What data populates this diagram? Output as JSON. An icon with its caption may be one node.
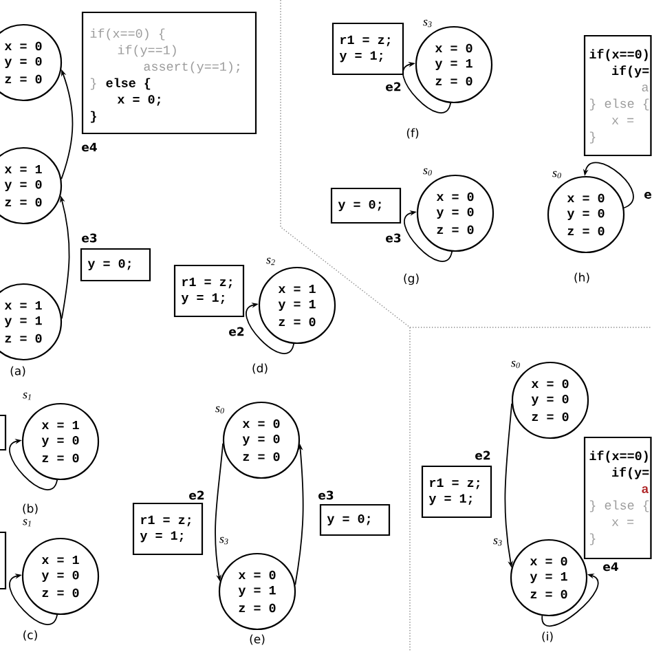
{
  "diagram": {
    "nodes": [
      {
        "text": [
          "x = 0",
          "y = 0",
          "z = 0"
        ]
      },
      {
        "text": [
          "x = 1",
          "y = 0",
          "z = 0"
        ]
      },
      {
        "text": [
          "x = 1",
          "y = 1",
          "z = 0"
        ]
      },
      {
        "text": [
          "if(x==0) {",
          "if(y==1)",
          "assert(y==1);",
          "}",
          "else {",
          "x = 0;",
          "}"
        ]
      },
      {
        "text": [
          "y = 0;"
        ]
      },
      {
        "text": [],
        "shape": "box"
      },
      {
        "text": [
          "x = 1",
          "y = 0",
          "z = 0"
        ],
        "beside": [
          "s$_{1}$"
        ]
      },
      {
        "text": [],
        "shape": "box"
      },
      {
        "text": [
          "x = 1",
          "y = 0",
          "z = 0"
        ],
        "beside": [
          "s$_{1}$"
        ]
      },
      {
        "text": [
          "r1 = z;",
          "y = 1;"
        ]
      },
      {
        "text": [
          "x = 1",
          "y = 1",
          "z = 0"
        ],
        "beside": [
          "s$_{2}$"
        ]
      },
      {
        "text": [
          "x = 0",
          "y = 0",
          "z = 0"
        ],
        "beside": [
          "s$_{0}$"
        ]
      },
      {
        "text": [
          "r1 = z;",
          "y = 1;"
        ]
      },
      {
        "text": [
          "x = 0",
          "y = 1",
          "z = 0"
        ],
        "beside": [
          "s$_{3}$"
        ]
      },
      {
        "text": [
          "y = 0;"
        ]
      },
      {
        "text": [
          "r1 = z;",
          "y = 1;"
        ]
      },
      {
        "text": [
          "x = 0",
          "y = 1",
          "z = 0"
        ],
        "beside": [
          "s$_{3}$"
        ]
      },
      {
        "text": [
          "y = 0;"
        ]
      },
      {
        "text": [
          "x = 0",
          "y = 0",
          "z = 0"
        ],
        "beside": [
          "s$_{0}$"
        ]
      },
      {
        "text": [
          "if(x==0)",
          "if(y=",
          "a",
          "} else {",
          "x =",
          "}"
        ]
      },
      {
        "text": [
          "x = 0",
          "y = 0",
          "z = 0"
        ],
        "beside": [
          "s$_{0}$"
        ]
      },
      {
        "text": [
          "x = 0",
          "y = 0",
          "z = 0"
        ],
        "beside": [
          "s$_{0}$"
        ]
      },
      {
        "text": [
          "r1 = z;",
          "y = 1;"
        ]
      },
      {
        "text": [
          "x = 0",
          "y = 1",
          "z = 0"
        ],
        "beside": [
          "s$_{3}$"
        ]
      },
      {
        "text": [
          "if(x==0)",
          "if(y=",
          "a",
          "} else {",
          "x =",
          "}"
        ]
      }
    ],
    "edges": [
      {
        "from": 1,
        "to": 0,
        "arrow": "to",
        "label": "e4"
      },
      {
        "from": 2,
        "to": 1,
        "arrow": "to",
        "label": "e3"
      },
      {
        "from": 6,
        "to": 6,
        "arrow": "to"
      },
      {
        "from": 8,
        "to": 8,
        "arrow": "to"
      },
      {
        "from": 10,
        "to": 10,
        "arrow": "to",
        "label": "e2"
      },
      {
        "from": 11,
        "to": 13,
        "arrow": "to",
        "label": "e2"
      },
      {
        "from": 13,
        "to": 11,
        "arrow": "to",
        "label": "e3"
      },
      {
        "from": 16,
        "to": 16,
        "arrow": "to",
        "label": "e2"
      },
      {
        "from": 18,
        "to": 18,
        "arrow": "to",
        "label": "e3"
      },
      {
        "from": 20,
        "to": 20,
        "arrow": "to",
        "label": "e"
      },
      {
        "from": 21,
        "to": 23,
        "arrow": "to",
        "label": "e2"
      },
      {
        "from": 23,
        "to": 23,
        "arrow": "to",
        "label": "e4"
      }
    ],
    "labels": [
      "(a)",
      "(b)",
      "(c)",
      "(d)",
      "(e)",
      "(f)",
      "(g)",
      "(h)",
      "(i)"
    ]
  }
}
